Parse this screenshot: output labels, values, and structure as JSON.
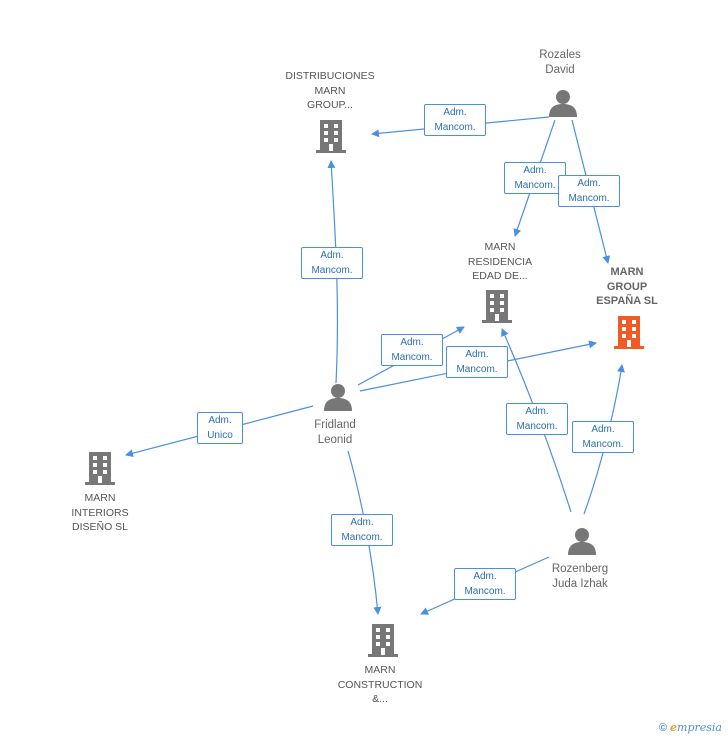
{
  "colors": {
    "edge": "#4a90e2",
    "company": "#777777",
    "company_main": "#f15a24",
    "person": "#777777"
  },
  "nodes": {
    "distribuciones": {
      "lines": [
        "DISTRIBUCIONES",
        "MARN",
        "GROUP..."
      ]
    },
    "rozales": {
      "lines": [
        "Rozales",
        "David"
      ]
    },
    "residencia": {
      "lines": [
        "MARN",
        "RESIDENCIA",
        "EDAD DE..."
      ]
    },
    "marn_espana": {
      "lines": [
        "MARN",
        "GROUP",
        "ESPAÑA SL"
      ]
    },
    "fridland": {
      "lines": [
        "Fridland",
        "Leonid"
      ]
    },
    "interiors": {
      "lines": [
        "MARN",
        "INTERIORS",
        "DISEÑO SL"
      ]
    },
    "rozenberg": {
      "lines": [
        "Rozenberg",
        "Juda Izhak"
      ]
    },
    "construction": {
      "lines": [
        "MARN",
        "CONSTRUCTION",
        "&..."
      ]
    }
  },
  "edges": [
    {
      "lines": [
        "Adm.",
        "Mancom."
      ]
    },
    {
      "lines": [
        "Adm.",
        "Mancom."
      ]
    },
    {
      "lines": [
        "Adm.",
        "Mancom."
      ]
    },
    {
      "lines": [
        "Adm.",
        "Mancom."
      ]
    },
    {
      "lines": [
        "Adm.",
        "Mancom."
      ]
    },
    {
      "lines": [
        "Adm.",
        "Mancom."
      ]
    },
    {
      "lines": [
        "Adm.",
        "Unico"
      ]
    },
    {
      "lines": [
        "Adm.",
        "Mancom."
      ]
    },
    {
      "lines": [
        "Adm.",
        "Mancom."
      ]
    },
    {
      "lines": [
        "Adm.",
        "Mancom."
      ]
    },
    {
      "lines": [
        "Adm.",
        "Mancom."
      ]
    }
  ],
  "footer": {
    "copyright": "©",
    "brand_initial": "e",
    "brand_rest": "mpresia"
  }
}
